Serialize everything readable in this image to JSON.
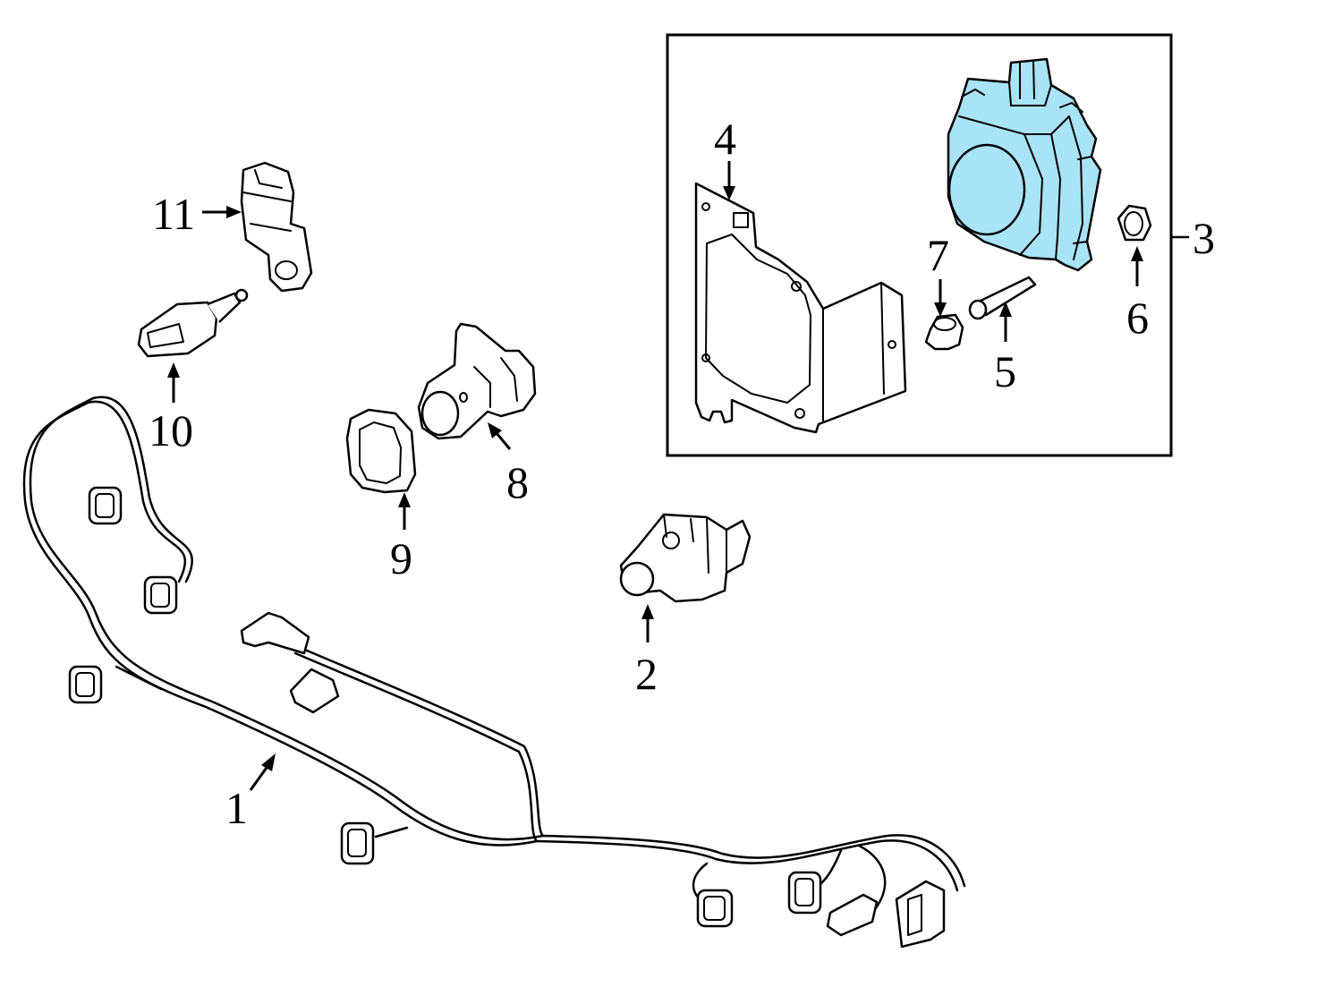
{
  "diagram": {
    "highlight_color": "#a8e3f7",
    "callouts": [
      {
        "id": "1",
        "label": "1"
      },
      {
        "id": "2",
        "label": "2"
      },
      {
        "id": "3",
        "label": "3"
      },
      {
        "id": "4",
        "label": "4"
      },
      {
        "id": "5",
        "label": "5"
      },
      {
        "id": "6",
        "label": "6"
      },
      {
        "id": "7",
        "label": "7"
      },
      {
        "id": "8",
        "label": "8"
      },
      {
        "id": "9",
        "label": "9"
      },
      {
        "id": "10",
        "label": "10"
      },
      {
        "id": "11",
        "label": "11"
      }
    ]
  }
}
